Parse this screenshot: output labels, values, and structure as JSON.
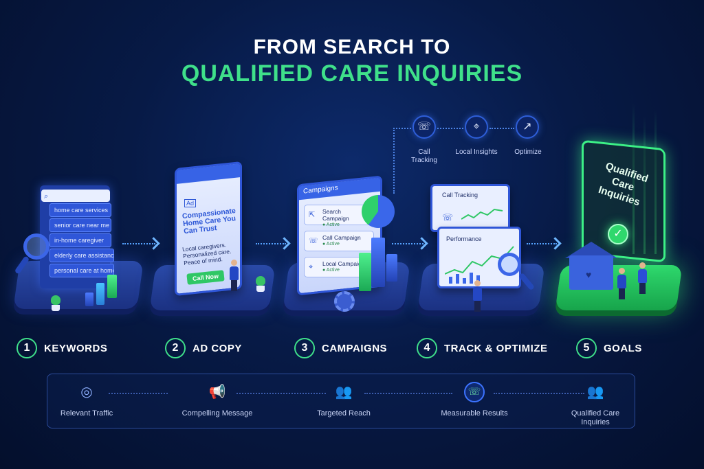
{
  "title": {
    "line1": "FROM SEARCH TO",
    "line2": "QUALIFIED CARE INQUIRIES"
  },
  "keywords_panel": {
    "items": [
      "home care services",
      "senior care near me",
      "in-home caregiver",
      "elderly care assistance",
      "personal care at home"
    ]
  },
  "ad_copy_panel": {
    "badge": "Ad",
    "headline": "Compassionate Home Care You Can Trust",
    "body": "Local caregivers. Personalized care. Peace of mind.",
    "cta": "Call Now"
  },
  "campaigns_panel": {
    "header": "Campaigns",
    "rows": [
      {
        "name": "Search Campaign",
        "status": "Active"
      },
      {
        "name": "Call Campaign",
        "status": "Active"
      },
      {
        "name": "Local Campaign",
        "status": "Active"
      }
    ]
  },
  "tracking_panel": {
    "call_tracking": "Call Tracking",
    "performance": "Performance"
  },
  "top_tools": [
    {
      "icon": "phone-icon",
      "label": "Call Tracking"
    },
    {
      "icon": "location-pin-icon",
      "label": "Local Insights"
    },
    {
      "icon": "trend-chart-icon",
      "label": "Optimize"
    }
  ],
  "goal_sign": {
    "text": "Qualified Care Inquiries"
  },
  "steps": [
    {
      "num": "1",
      "label": "KEYWORDS"
    },
    {
      "num": "2",
      "label": "AD COPY"
    },
    {
      "num": "3",
      "label": "CAMPAIGNS"
    },
    {
      "num": "4",
      "label": "TRACK & OPTIMIZE"
    },
    {
      "num": "5",
      "label": "GOALS"
    }
  ],
  "outcomes": [
    {
      "icon": "target-icon",
      "label": "Relevant Traffic"
    },
    {
      "icon": "megaphone-icon",
      "label": "Compelling Message"
    },
    {
      "icon": "people-icon",
      "label": "Targeted Reach"
    },
    {
      "icon": "phone-chat-icon",
      "label": "Measurable Results"
    },
    {
      "icon": "group-icon",
      "label": "Qualified Care\nInquiries"
    }
  ],
  "colors": {
    "accent_green": "#3fe08a",
    "accent_blue": "#2f56d8",
    "background": "#071a46"
  }
}
